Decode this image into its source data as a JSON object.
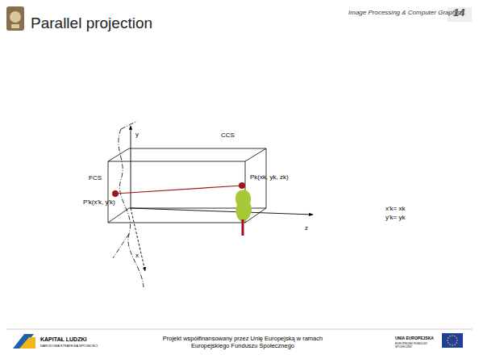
{
  "diagram": {
    "title": "Parallel projection",
    "labels": [
      "Image Processing & Computer Graphics",
      "14",
      "y",
      "FCS",
      "CCS",
      "P'k(x'k, y'k)",
      "Pk(xk, yk, zk)",
      "x'k= xk",
      "y'k= yk",
      "z",
      "x",
      "KAPITAŁ LUDZKI",
      "NARODOWA STRATEGIA SPÓJNOŚCI",
      "Projekt współfinansowany przez Unię Europejską w ramach Europejskiego Funduszu Społecznego",
      "UNIA EUROPEJSKA",
      "EUROPEJSKI FUNDUSZ SPOŁECZNY"
    ]
  }
}
